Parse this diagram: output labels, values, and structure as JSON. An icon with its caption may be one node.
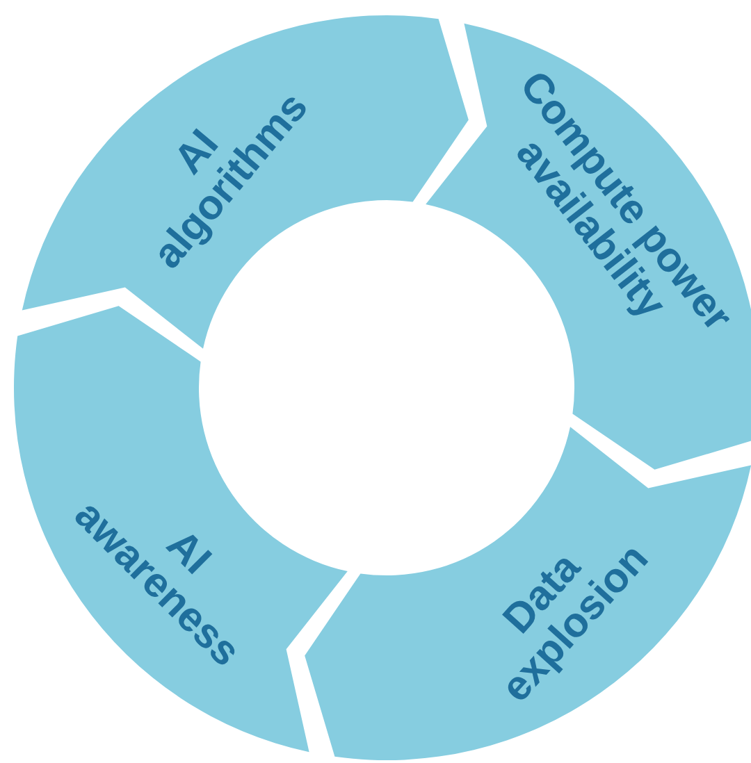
{
  "diagram": {
    "nodes": [
      {
        "text": [
          "AI algorithms"
        ]
      },
      {
        "text": [
          "Compute power availability"
        ]
      },
      {
        "text": [
          "Data explosion"
        ]
      },
      {
        "text": [
          "AI awareness"
        ]
      }
    ]
  }
}
